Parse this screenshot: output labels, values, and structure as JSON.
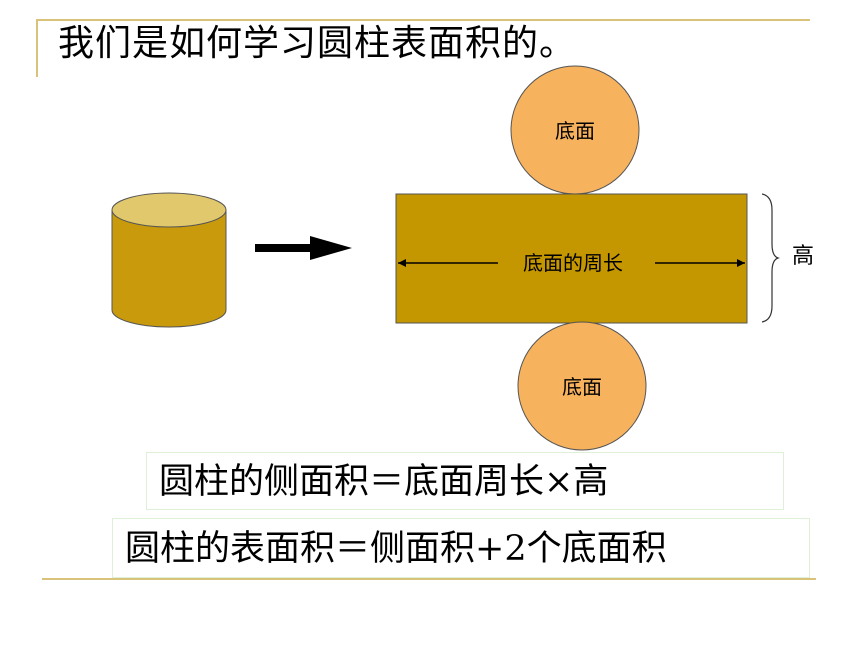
{
  "slide": {
    "title": "我们是如何学习圆柱表面积的。"
  },
  "diagram": {
    "top_base_label": "底面",
    "bottom_base_label": "底面",
    "rect_label": "底面的周长",
    "height_label": "高"
  },
  "formulas": {
    "lateral_area": "圆柱的侧面积＝底面周长×高",
    "surface_area": "圆柱的表面积＝侧面积+2个底面积"
  },
  "colors": {
    "cylinder_fill": "#c99a0c",
    "cylinder_top": "#e1c86c",
    "circle_fill": "#f7b25e",
    "rect_fill": "#c49600",
    "accent_line": "#d9c27a"
  }
}
